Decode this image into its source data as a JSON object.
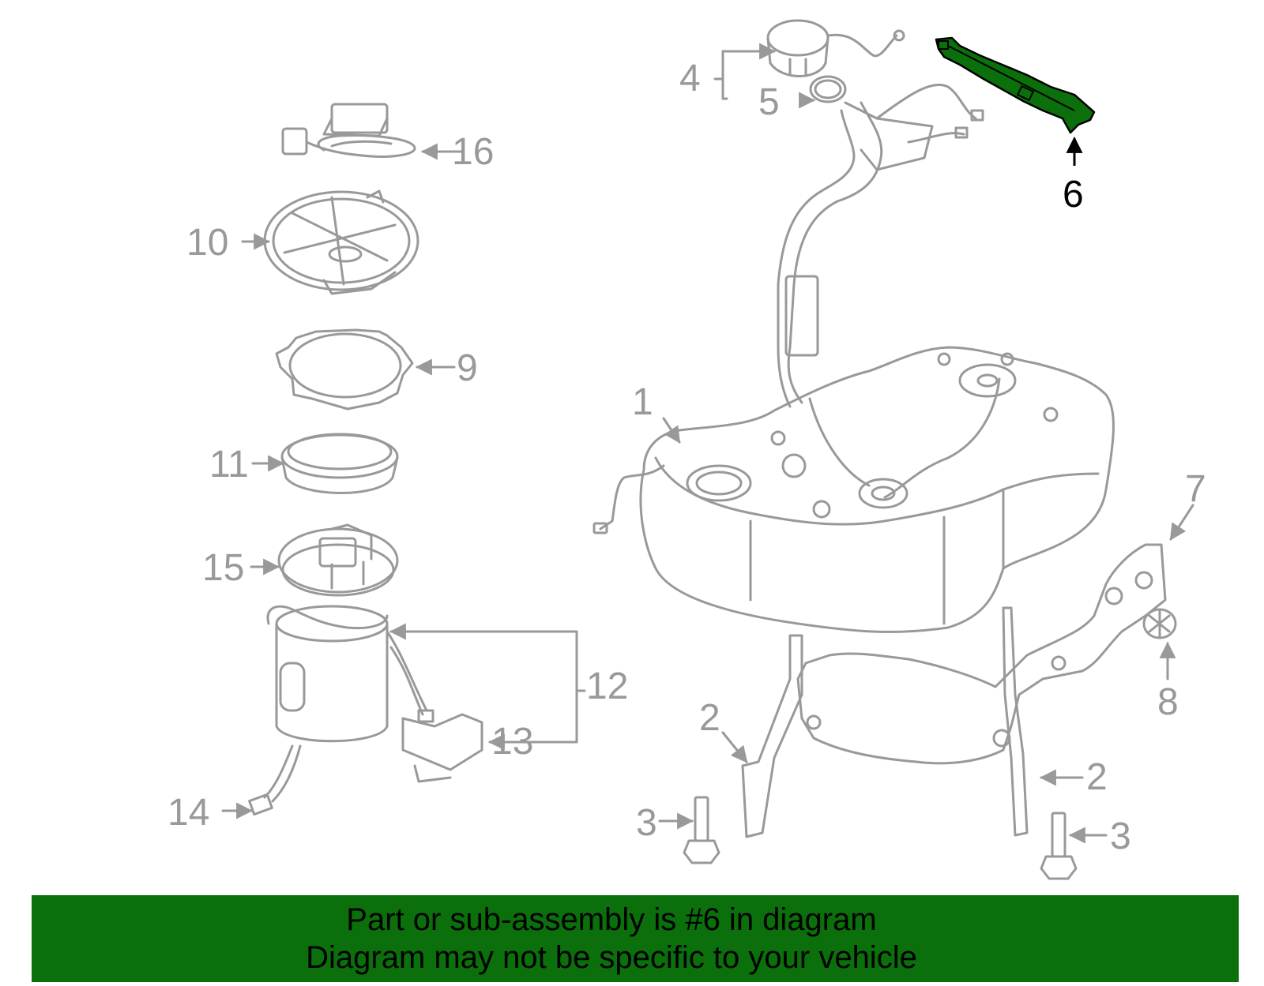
{
  "colors": {
    "line": "#999999",
    "highlight": "#0b6f0b",
    "banner": "#0b6f0b",
    "callout_highlight": "#000000"
  },
  "callouts": {
    "c1": "1",
    "c2a": "2",
    "c2b": "2",
    "c3a": "3",
    "c3b": "3",
    "c4": "4",
    "c5": "5",
    "c6": "6",
    "c7": "7",
    "c8": "8",
    "c9": "9",
    "c10": "10",
    "c11": "11",
    "c12": "12",
    "c13": "13",
    "c14": "14",
    "c15": "15",
    "c16": "16"
  },
  "highlighted_part": "6",
  "banner": {
    "line1": "Part or sub-assembly is #6 in diagram",
    "line2": "Diagram may not be specific to your vehicle"
  }
}
